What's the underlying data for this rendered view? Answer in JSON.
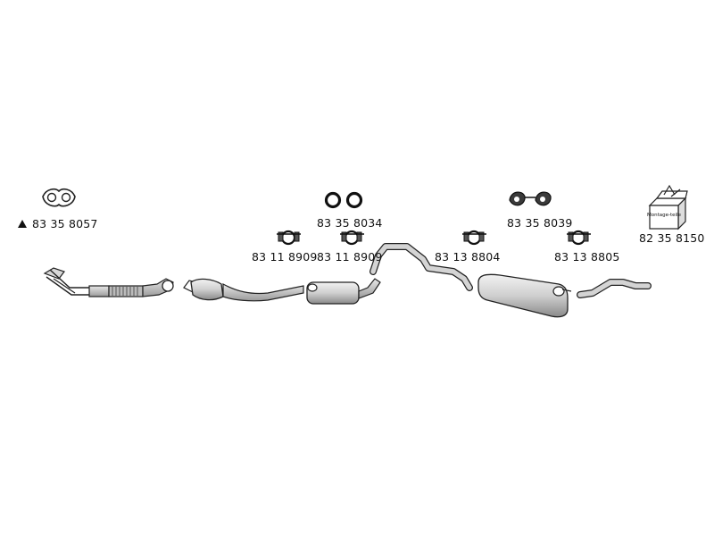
{
  "parts": {
    "gasket_front": {
      "code": "83 35 8057"
    },
    "seal_rings": {
      "code": "83 35 8034"
    },
    "rubber_mounts": {
      "code": "83 35 8039"
    },
    "mounting_kit": {
      "code": "82 35 8150",
      "box_text": "Montage-teile"
    },
    "clamp_1": {
      "code": "83 11 8909"
    },
    "clamp_2": {
      "code": "83 11 8909"
    },
    "clamp_3": {
      "code": "83 13 8804"
    },
    "clamp_4": {
      "code": "83 13 8805"
    }
  }
}
